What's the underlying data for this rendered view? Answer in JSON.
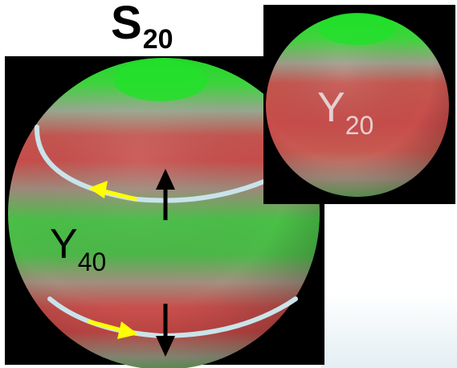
{
  "title": {
    "symbol": "S",
    "subscript": "20"
  },
  "large_sphere": {
    "label": "Y",
    "subscript": "40"
  },
  "small_sphere": {
    "label": "Y",
    "subscript": "20"
  },
  "colors": {
    "positive": "#1fdc28",
    "negative": "#c44f4f",
    "node": "#9aa4a0",
    "flow_line": "#c8e4ea",
    "flow_arrow": "#ffff00",
    "radial_arrow": "#000000",
    "panel_background": "#000000"
  }
}
